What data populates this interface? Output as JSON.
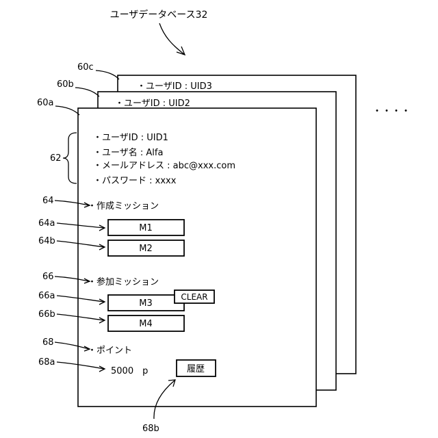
{
  "title": "ユーザデータベース32",
  "ellipsis": "・・・・",
  "cards": {
    "c": {
      "ref": "60c",
      "user_id": "・ユーザID : UID3"
    },
    "b": {
      "ref": "60b",
      "user_id": "・ユーザID : UID2"
    },
    "a": {
      "ref": "60a",
      "profile": {
        "ref": "62",
        "user_id": "・ユーザID : UID1",
        "user_name": "・ユーザ名 : Alfa",
        "email": "・メールアドレス : abc@xxx.com",
        "password": "・パスワード : xxxx"
      },
      "created_missions": {
        "ref": "64",
        "label": "・作成ミッション",
        "items": [
          {
            "ref": "64a",
            "name": "M1"
          },
          {
            "ref": "64b",
            "name": "M2"
          }
        ]
      },
      "joined_missions": {
        "ref": "66",
        "label": "・参加ミッション",
        "items": [
          {
            "ref": "66a",
            "name": "M3",
            "badge": "CLEAR"
          },
          {
            "ref": "66b",
            "name": "M4"
          }
        ]
      },
      "points": {
        "ref": "68",
        "label": "・ポイント",
        "value_ref": "68a",
        "value": "5000　p",
        "history_ref": "68b",
        "history_label": "履歴"
      }
    }
  }
}
